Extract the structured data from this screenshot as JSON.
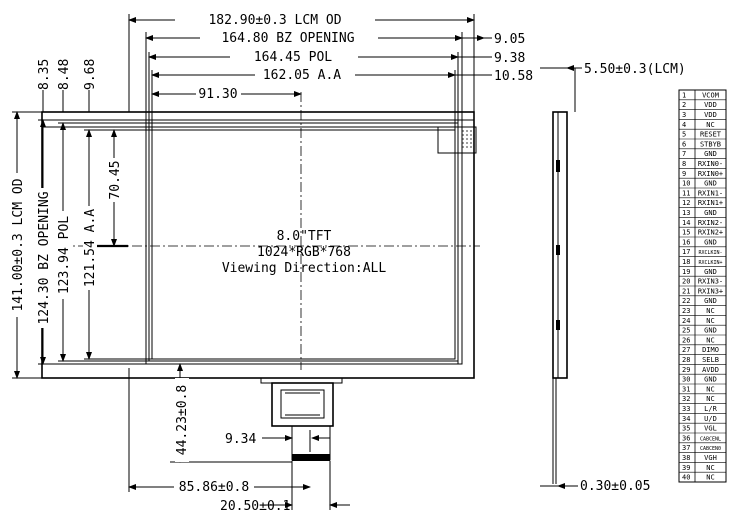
{
  "dims": {
    "lcm_od_width": "182.90±0.3 LCM OD",
    "bz_opening_width": "164.80 BZ OPENING",
    "pol_width": "164.45 POL",
    "aa_width": "162.05 A.A",
    "center_offset_x": "91.30",
    "right_905": "9.05",
    "right_938": "9.38",
    "right_1058": "10.58",
    "top_835": "8.35",
    "top_848": "8.48",
    "top_968": "9.68",
    "center_offset_y": "70.45",
    "lcm_od_height": "141.00±0.3 LCM OD",
    "bz_opening_height": "124.30 BZ OPENING",
    "pol_height": "123.94 POL",
    "aa_height": "121.54 A.A",
    "fpc_length": "44.23±0.8",
    "fpc_offset": "85.86±0.8",
    "fpc_width": "20.50±0.1",
    "fpc_inner": "9.34",
    "thickness": "5.50±0.3(LCM)",
    "fpc_thickness": "0.30±0.05"
  },
  "panel": {
    "line1": "8.0\"TFT",
    "line2": "1024*RGB*768",
    "line3": "Viewing Direction:ALL"
  },
  "pins": [
    {
      "no": "1",
      "name": "VCOM"
    },
    {
      "no": "2",
      "name": "VDD"
    },
    {
      "no": "3",
      "name": "VDD"
    },
    {
      "no": "4",
      "name": "NC"
    },
    {
      "no": "5",
      "name": "RESET"
    },
    {
      "no": "6",
      "name": "STBYB"
    },
    {
      "no": "7",
      "name": "GND"
    },
    {
      "no": "8",
      "name": "RXIN0-"
    },
    {
      "no": "9",
      "name": "RXIN0+"
    },
    {
      "no": "10",
      "name": "GND"
    },
    {
      "no": "11",
      "name": "RXIN1-"
    },
    {
      "no": "12",
      "name": "RXIN1+"
    },
    {
      "no": "13",
      "name": "GND"
    },
    {
      "no": "14",
      "name": "RXIN2-"
    },
    {
      "no": "15",
      "name": "RXIN2+"
    },
    {
      "no": "16",
      "name": "GND"
    },
    {
      "no": "17",
      "name": "RXCLKIN-"
    },
    {
      "no": "18",
      "name": "RXCLKIN+"
    },
    {
      "no": "19",
      "name": "GND"
    },
    {
      "no": "20",
      "name": "RXIN3-"
    },
    {
      "no": "21",
      "name": "RXIN3+"
    },
    {
      "no": "22",
      "name": "GND"
    },
    {
      "no": "23",
      "name": "NC"
    },
    {
      "no": "24",
      "name": "NC"
    },
    {
      "no": "25",
      "name": "GND"
    },
    {
      "no": "26",
      "name": "NC"
    },
    {
      "no": "27",
      "name": "DIMO"
    },
    {
      "no": "28",
      "name": "SELB"
    },
    {
      "no": "29",
      "name": "AVDD"
    },
    {
      "no": "30",
      "name": "GND"
    },
    {
      "no": "31",
      "name": "NC"
    },
    {
      "no": "32",
      "name": "NC"
    },
    {
      "no": "33",
      "name": "L/R"
    },
    {
      "no": "34",
      "name": "U/D"
    },
    {
      "no": "35",
      "name": "VGL"
    },
    {
      "no": "36",
      "name": "CABCENL"
    },
    {
      "no": "37",
      "name": "CABCEN0"
    },
    {
      "no": "38",
      "name": "VGH"
    },
    {
      "no": "39",
      "name": "NC"
    },
    {
      "no": "40",
      "name": "NC"
    }
  ]
}
